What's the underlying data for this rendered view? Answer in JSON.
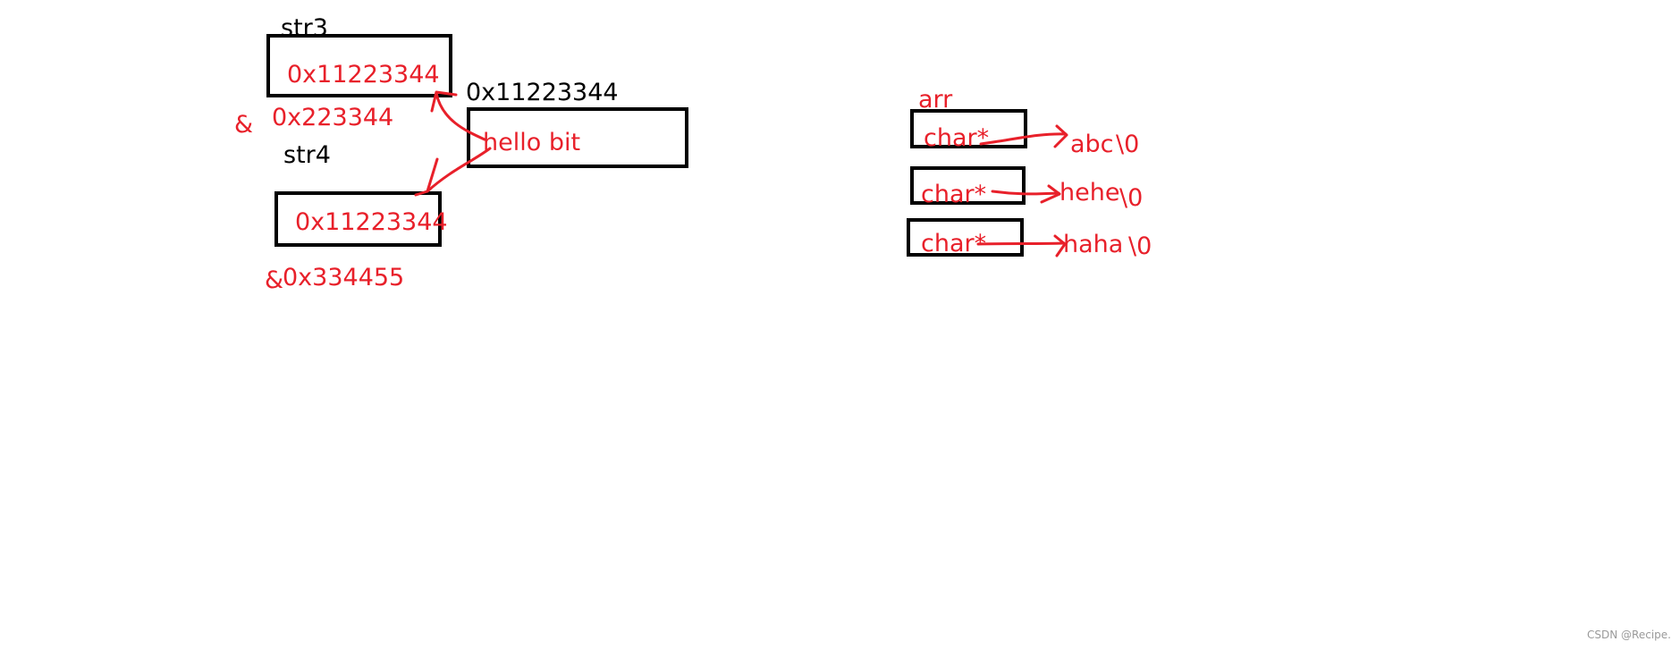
{
  "left": {
    "str3": {
      "name": "str3",
      "value": "0x11223344",
      "address": "0x223344",
      "amp": "&"
    },
    "str4": {
      "name": "str4",
      "value": "0x11223344",
      "address": "0x334455",
      "amp": "&"
    },
    "constant": {
      "address": "0x11223344",
      "content": "hello bit"
    }
  },
  "right": {
    "array_name": "arr",
    "cells": [
      {
        "type": "char*",
        "target": "abc",
        "terminator": "\\0"
      },
      {
        "type": "char*",
        "target": "hehe",
        "terminator": "\\0"
      },
      {
        "type": "char*",
        "target": "haha",
        "terminator": "\\0"
      }
    ]
  },
  "watermark": "CSDN @Recipe.",
  "colors": {
    "ink": "#e8202a",
    "box": "#000000",
    "label": "#000000",
    "watermark": "#9a9a9a"
  }
}
